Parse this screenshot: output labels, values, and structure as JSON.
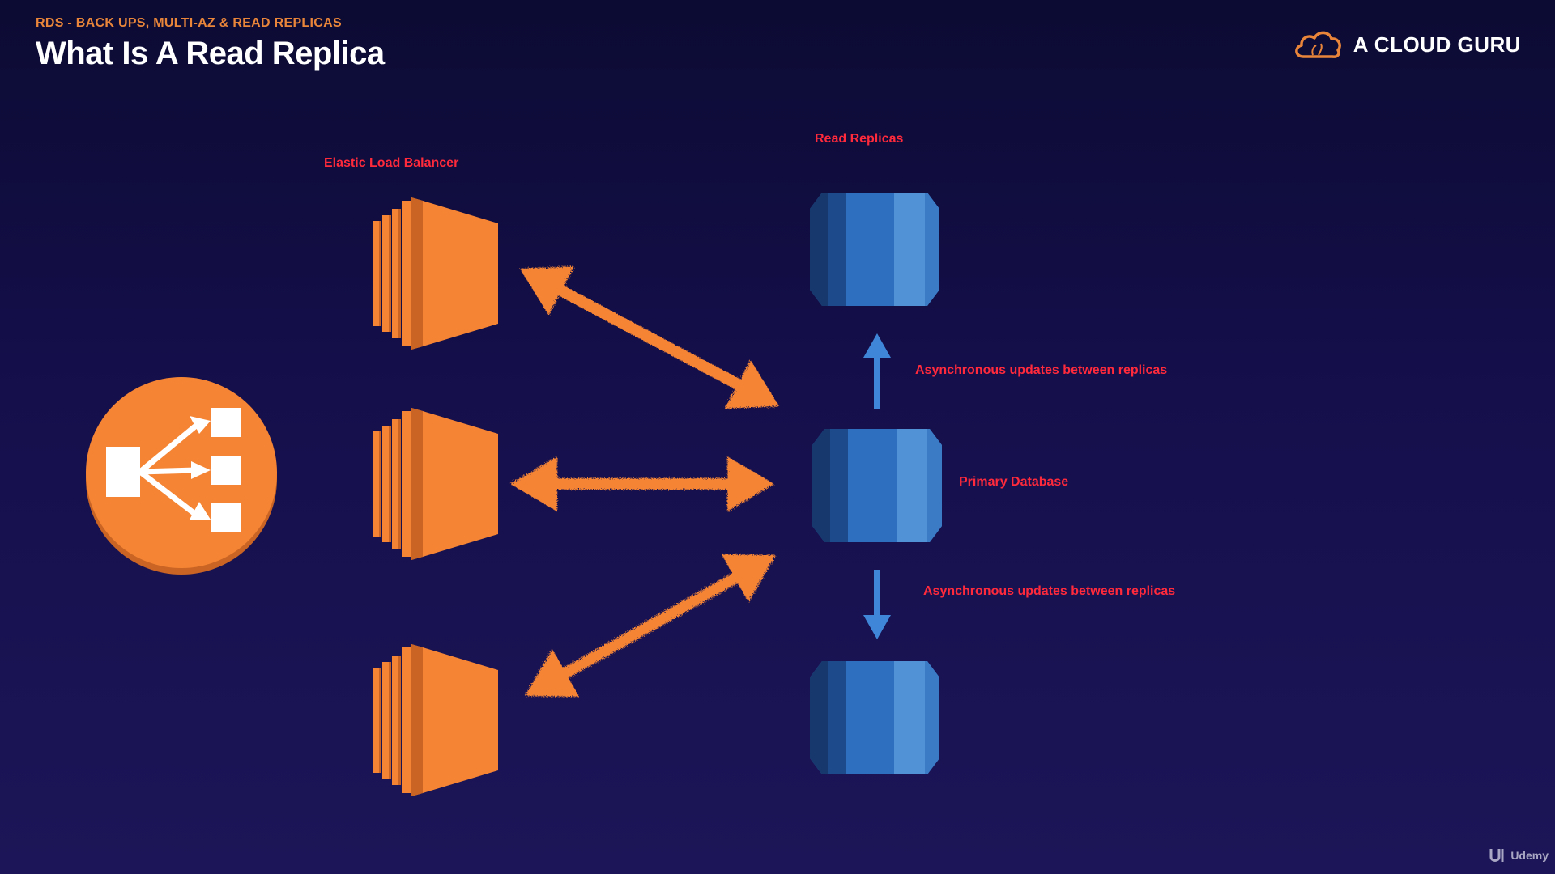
{
  "header": {
    "section_label": "RDS - BACK UPS, MULTI-AZ & READ REPLICAS",
    "title": "What Is A Read Replica"
  },
  "brand": {
    "name": "A CLOUD GURU",
    "icon": "cloud-icon"
  },
  "diagram": {
    "labels": {
      "load_balancer": "Elastic Load Balancer",
      "read_replicas": "Read Replicas",
      "async_top": "Asynchronous updates between replicas",
      "primary": "Primary Database",
      "async_bottom": "Asynchronous updates between replicas"
    },
    "nodes": [
      {
        "id": "elb",
        "type": "load-balancer-icon"
      },
      {
        "id": "ec2-1",
        "type": "ec2-instance-icon"
      },
      {
        "id": "ec2-2",
        "type": "ec2-instance-icon"
      },
      {
        "id": "ec2-3",
        "type": "ec2-instance-icon"
      },
      {
        "id": "replica-1",
        "type": "rds-database-icon"
      },
      {
        "id": "primary",
        "type": "rds-database-icon"
      },
      {
        "id": "replica-2",
        "type": "rds-database-icon"
      }
    ],
    "edges": [
      {
        "from": "ec2-1",
        "to": "primary",
        "style": "bidirectional"
      },
      {
        "from": "ec2-2",
        "to": "primary",
        "style": "bidirectional"
      },
      {
        "from": "ec2-3",
        "to": "primary",
        "style": "bidirectional"
      },
      {
        "from": "primary",
        "to": "replica-1",
        "style": "one-way"
      },
      {
        "from": "primary",
        "to": "replica-2",
        "style": "one-way"
      }
    ],
    "colors": {
      "orange": "#f58534",
      "orange_dark": "#c96424",
      "blue_mid": "#2e6fc0",
      "blue_dark": "#1d4a8a",
      "blue_light": "#5192d6",
      "label_red": "#ff2a3b"
    }
  },
  "footer": {
    "watermark": "Udemy"
  }
}
